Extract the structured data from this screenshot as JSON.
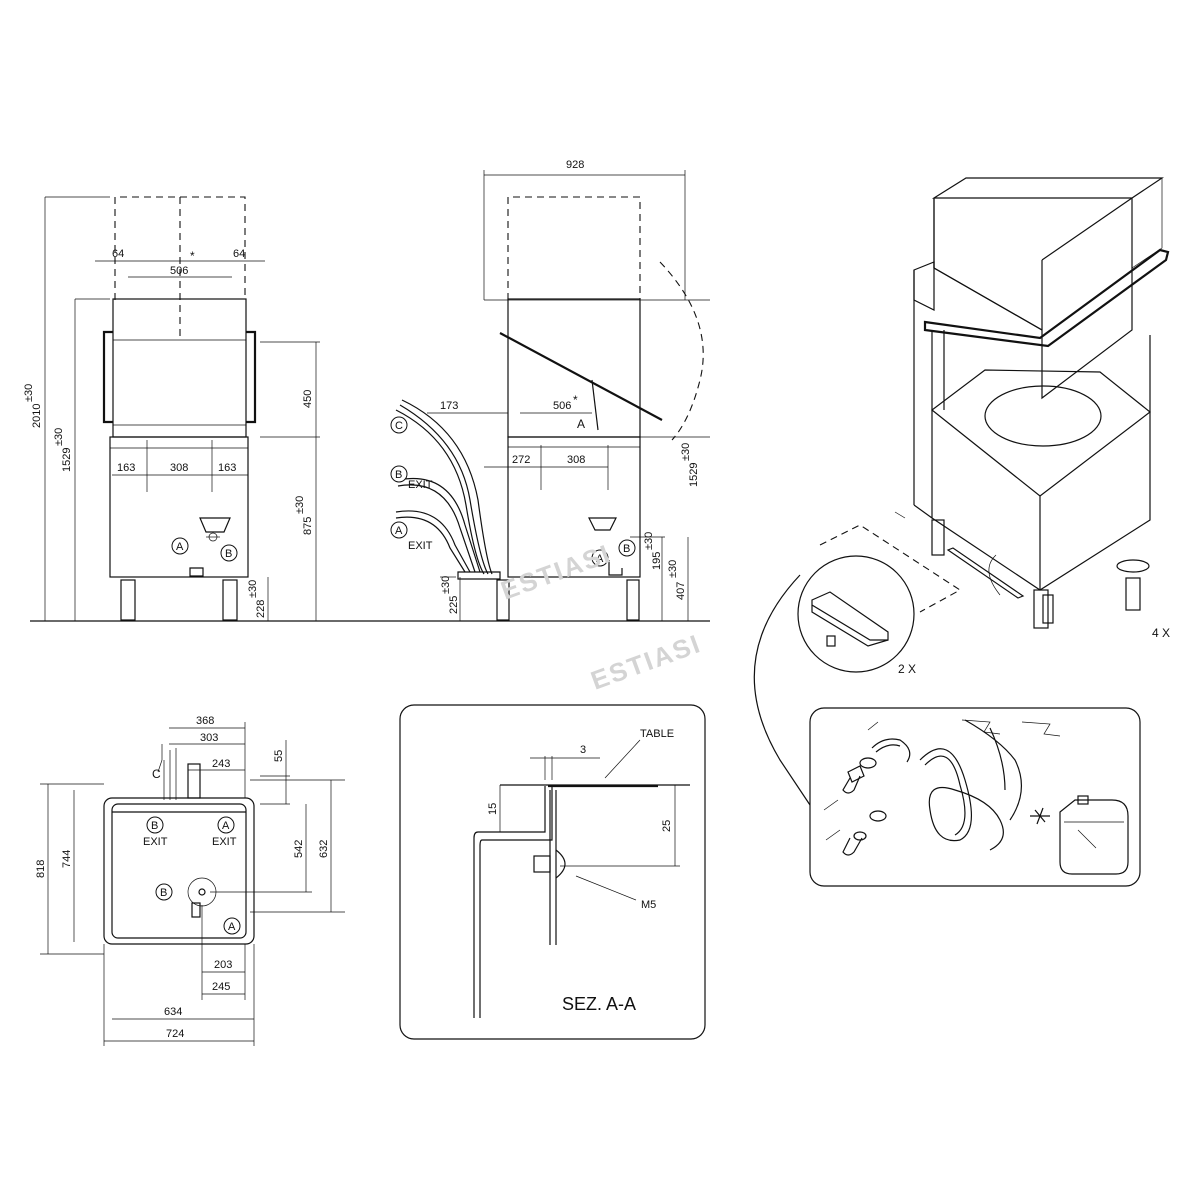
{
  "watermark": "ESTIASI",
  "front_view": {
    "dims": [
      "64",
      "64",
      "506",
      "*",
      "2010",
      "±30",
      "1529",
      "±30",
      "450",
      "875",
      "±30",
      "163",
      "308",
      "163",
      "228",
      "±30"
    ],
    "callouts": [
      "A",
      "B"
    ]
  },
  "side_view": {
    "dims": [
      "928",
      "173",
      "506",
      "*",
      "272",
      "308",
      "1529",
      "±30",
      "195",
      "±30",
      "407",
      "±30",
      "225",
      "±30",
      "A"
    ],
    "callouts": [
      {
        "letter": "C",
        "suffix": ""
      },
      {
        "letter": "B",
        "suffix": "EXIT"
      },
      {
        "letter": "A",
        "suffix": "EXIT"
      },
      {
        "letter": "A",
        "suffix": ""
      },
      {
        "letter": "B",
        "suffix": ""
      }
    ]
  },
  "top_view": {
    "dims": [
      "368",
      "303",
      "55",
      "243",
      "818",
      "744",
      "542",
      "632",
      "203",
      "245",
      "634",
      "724"
    ],
    "c_label": "C",
    "callouts": [
      {
        "letter": "B",
        "suffix": "EXIT"
      },
      {
        "letter": "A",
        "suffix": "EXIT"
      },
      {
        "letter": "B",
        "suffix": ""
      },
      {
        "letter": "A",
        "suffix": ""
      }
    ]
  },
  "section": {
    "table_label": "TABLE",
    "dim_3": "3",
    "dim_15": "15",
    "dim_25": "25",
    "bolt_label": "M5",
    "title": "SEZ. A-A"
  },
  "iso_view": {
    "qty_feet": "4 X",
    "qty_brackets": "2 X"
  }
}
